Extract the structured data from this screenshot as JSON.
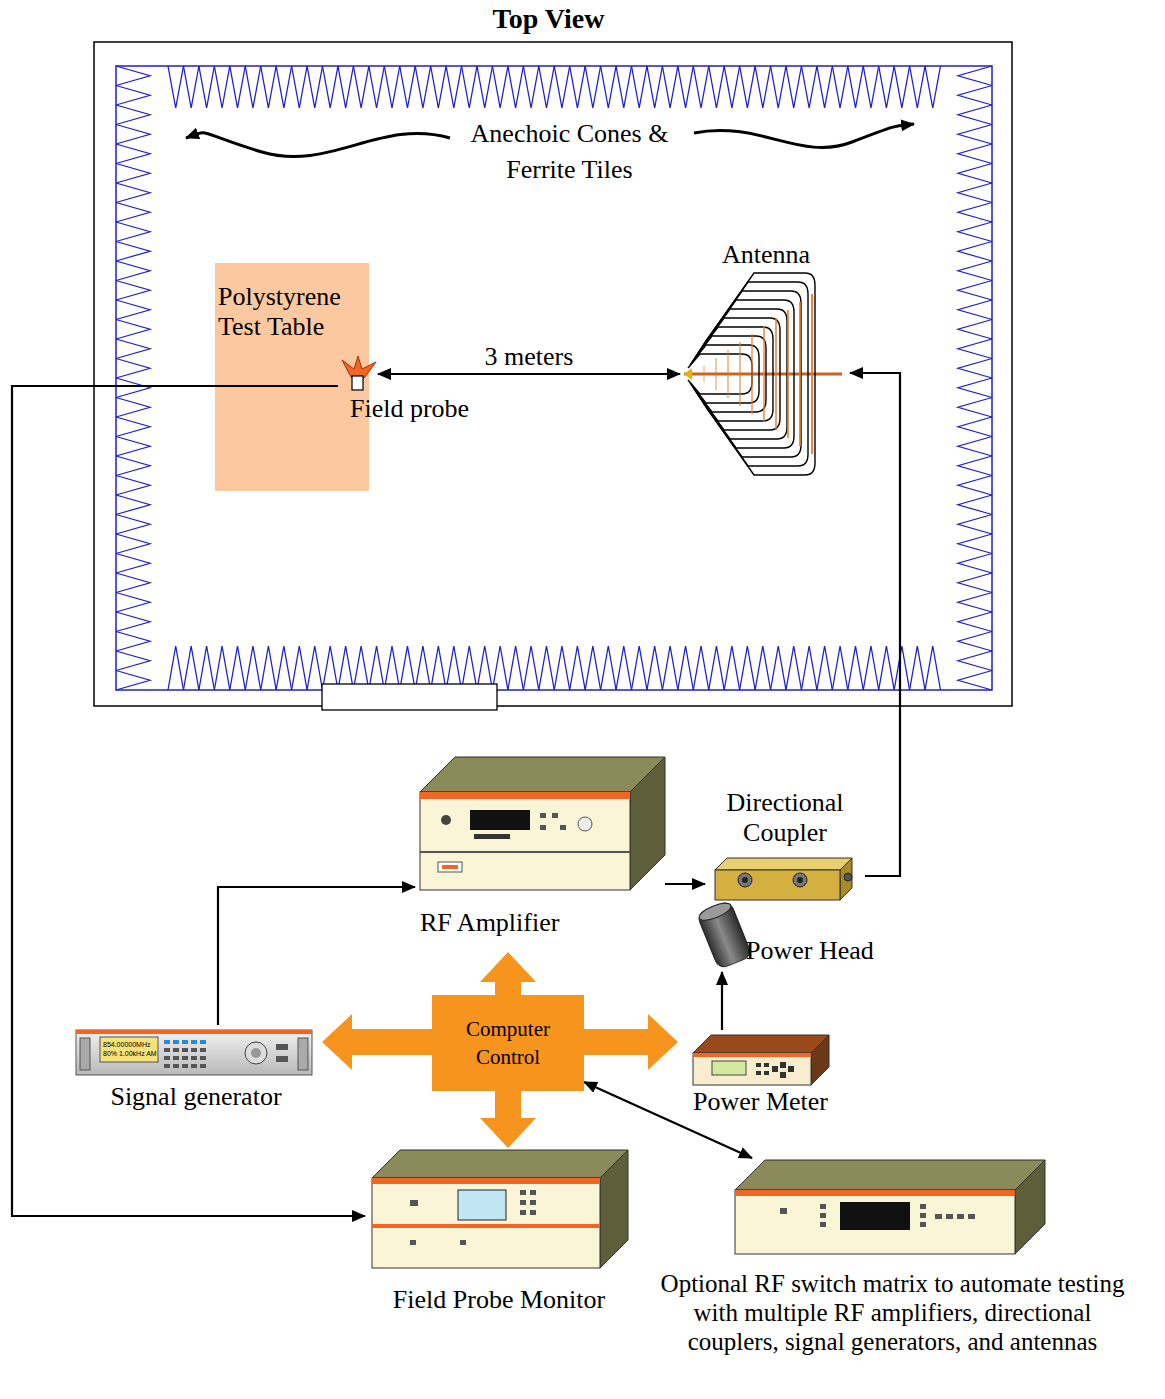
{
  "diagram": {
    "title": "Top View",
    "nodes": [
      {
        "text": [
          "Polystyrene Test Table"
        ]
      },
      {
        "text": [
          "Field probe"
        ],
        "in": 0
      },
      {
        "text": [
          "Antenna"
        ]
      },
      {
        "text": [
          "RF Amplifier"
        ]
      },
      {
        "text": [
          "Directional Coupler"
        ]
      },
      {
        "text": [
          "Power Head"
        ]
      },
      {
        "text": [
          "Computer Control"
        ]
      },
      {
        "text": [
          "Signal generator"
        ]
      },
      {
        "text": [
          "Power Meter"
        ]
      },
      {
        "text": [
          "Field Probe Monitor"
        ]
      },
      {
        "text": [
          "Optional RF switch matrix to automate testing with multiple RF amplifiers, directional couplers, signal generators, and antennas"
        ]
      }
    ],
    "edges": [
      {
        "from": 1,
        "to": 2,
        "arrow": "both",
        "label": "3 meters"
      },
      {
        "from": 7,
        "to": 3,
        "arrow": "to"
      },
      {
        "from": 3,
        "to": 4,
        "arrow": "to"
      },
      {
        "from": 4,
        "to": 2,
        "arrow": "to"
      },
      {
        "from": 8,
        "to": 5,
        "arrow": "to"
      },
      {
        "from": 6,
        "to": 3,
        "arrow": "to"
      },
      {
        "from": 6,
        "to": 7,
        "arrow": "to"
      },
      {
        "from": 6,
        "to": 8,
        "arrow": "to"
      },
      {
        "from": 6,
        "to": 9,
        "arrow": "to"
      },
      {
        "from": 6,
        "to": 10,
        "arrow": "both"
      },
      {
        "from": 1,
        "to": 9,
        "arrow": "to"
      }
    ],
    "labels": [
      "Anechoic Cones & Ferrite Tiles",
      "854.00000MHz",
      "80% 1.00kHz AM"
    ]
  }
}
